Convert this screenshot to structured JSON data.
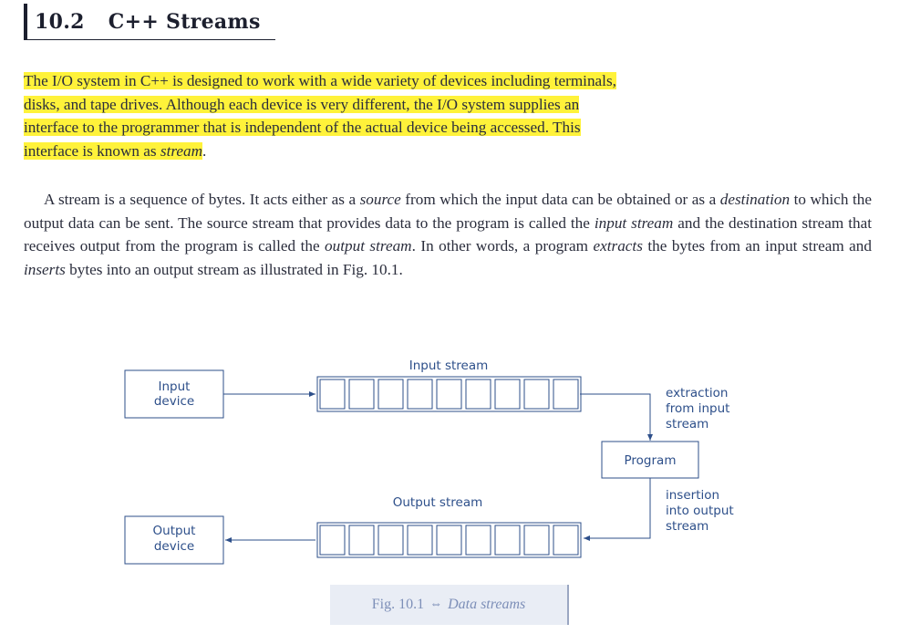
{
  "section": {
    "number": "10.2",
    "title": "C++ Streams"
  },
  "para1": {
    "line1": "The I/O system in C++ is designed to work with a wide variety of devices including terminals,",
    "line2": "disks, and tape drives. Although each device is very different, the I/O system supplies an",
    "line3": "interface to the programmer that is independent of the actual device being accessed. This",
    "line4_start": "interface is known as ",
    "line4_em": "stream",
    "line4_end": "."
  },
  "para2": {
    "s1": "A stream is a sequence of bytes. It acts either as a ",
    "em1": "source",
    "s2": " from which the input data can be obtained or as a ",
    "em2": "destination",
    "s3": " to which the output data can be sent. The source stream that provides data to the program is called the ",
    "em3": "input stream",
    "s4": " and the destination stream that receives output from the program is called the ",
    "em4": "output stream",
    "s5": ". In other words, a program ",
    "em5": "extracts",
    "s6": " the bytes from an input stream and ",
    "em6": "inserts",
    "s7": " bytes into an output stream as illustrated in Fig. 10.1."
  },
  "diagram": {
    "input_device": [
      "Input",
      "device"
    ],
    "output_device": [
      "Output",
      "device"
    ],
    "input_stream": "Input stream",
    "output_stream": "Output stream",
    "program": "Program",
    "extraction": [
      "extraction",
      "from input",
      "stream"
    ],
    "insertion": [
      "insertion",
      "into output",
      "stream"
    ]
  },
  "caption": {
    "fig": "Fig. 10.1",
    "arrow": "⇔",
    "title": "Data streams"
  },
  "colors": {
    "highlight": "#fff23a",
    "diagram_ink": "#2d4f8a"
  }
}
